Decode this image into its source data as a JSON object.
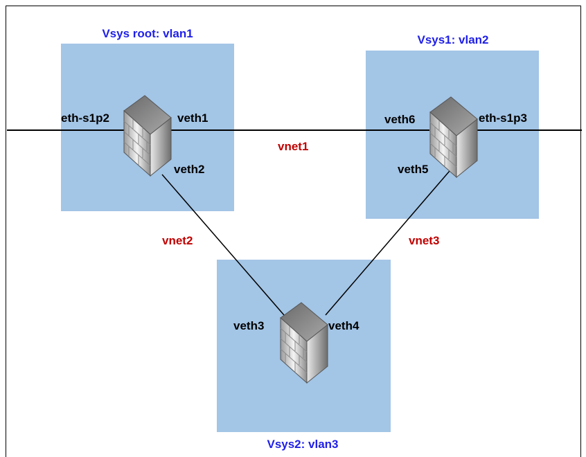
{
  "colors": {
    "box_fill": "#a3c5e6",
    "title": "#1f1fe8",
    "vnet": "#c00000",
    "line": "#000000"
  },
  "icons": {
    "firewall": "firewall-icon"
  },
  "vsys": {
    "root": {
      "title": "Vsys root: vlan1",
      "ifaces": [
        "eth-s1p2",
        "veth1",
        "veth2"
      ]
    },
    "vsys1": {
      "title": "Vsys1: vlan2",
      "ifaces": [
        "veth6",
        "eth-s1p3",
        "veth5"
      ]
    },
    "vsys2": {
      "title": "Vsys2: vlan3",
      "ifaces": [
        "veth3",
        "veth4"
      ]
    }
  },
  "nets": {
    "vnet1": "vnet1",
    "vnet2": "vnet2",
    "vnet3": "vnet3"
  }
}
